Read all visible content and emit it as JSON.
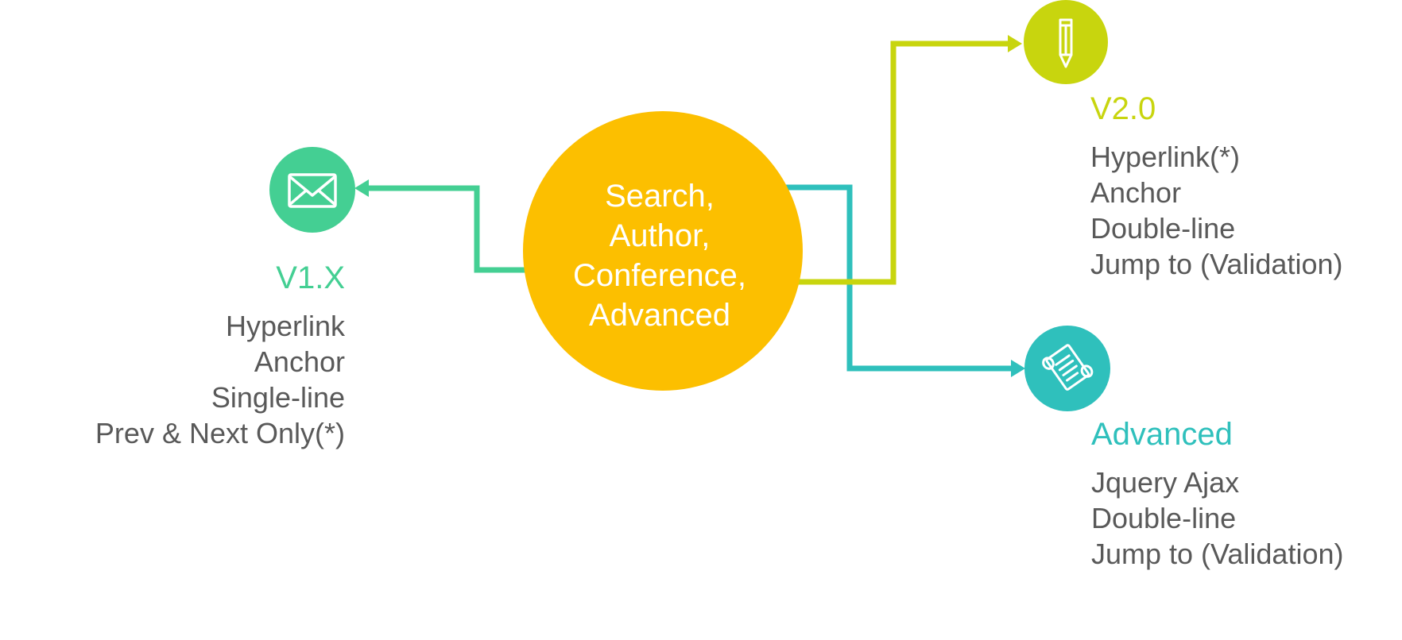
{
  "center": {
    "lines": [
      "Search,",
      "Author,",
      "Conference,",
      "Advanced"
    ]
  },
  "colors": {
    "center": "#FCBF00",
    "v1": "#44CF93",
    "v2": "#C8D50E",
    "advanced": "#2FC0BC",
    "text": "#595959"
  },
  "branches": {
    "v1": {
      "title": "V1.X",
      "icon": "envelope-icon",
      "items": [
        "Hyperlink",
        "Anchor",
        "Single-line",
        "Prev & Next Only(*)"
      ]
    },
    "v2": {
      "title": "V2.0",
      "icon": "pencil-icon",
      "items": [
        "Hyperlink(*)",
        "Anchor",
        "Double-line",
        "Jump to (Validation)"
      ]
    },
    "advanced": {
      "title": "Advanced",
      "icon": "scroll-icon",
      "items": [
        "Jquery Ajax",
        "Double-line",
        "Jump to (Validation)"
      ]
    }
  }
}
